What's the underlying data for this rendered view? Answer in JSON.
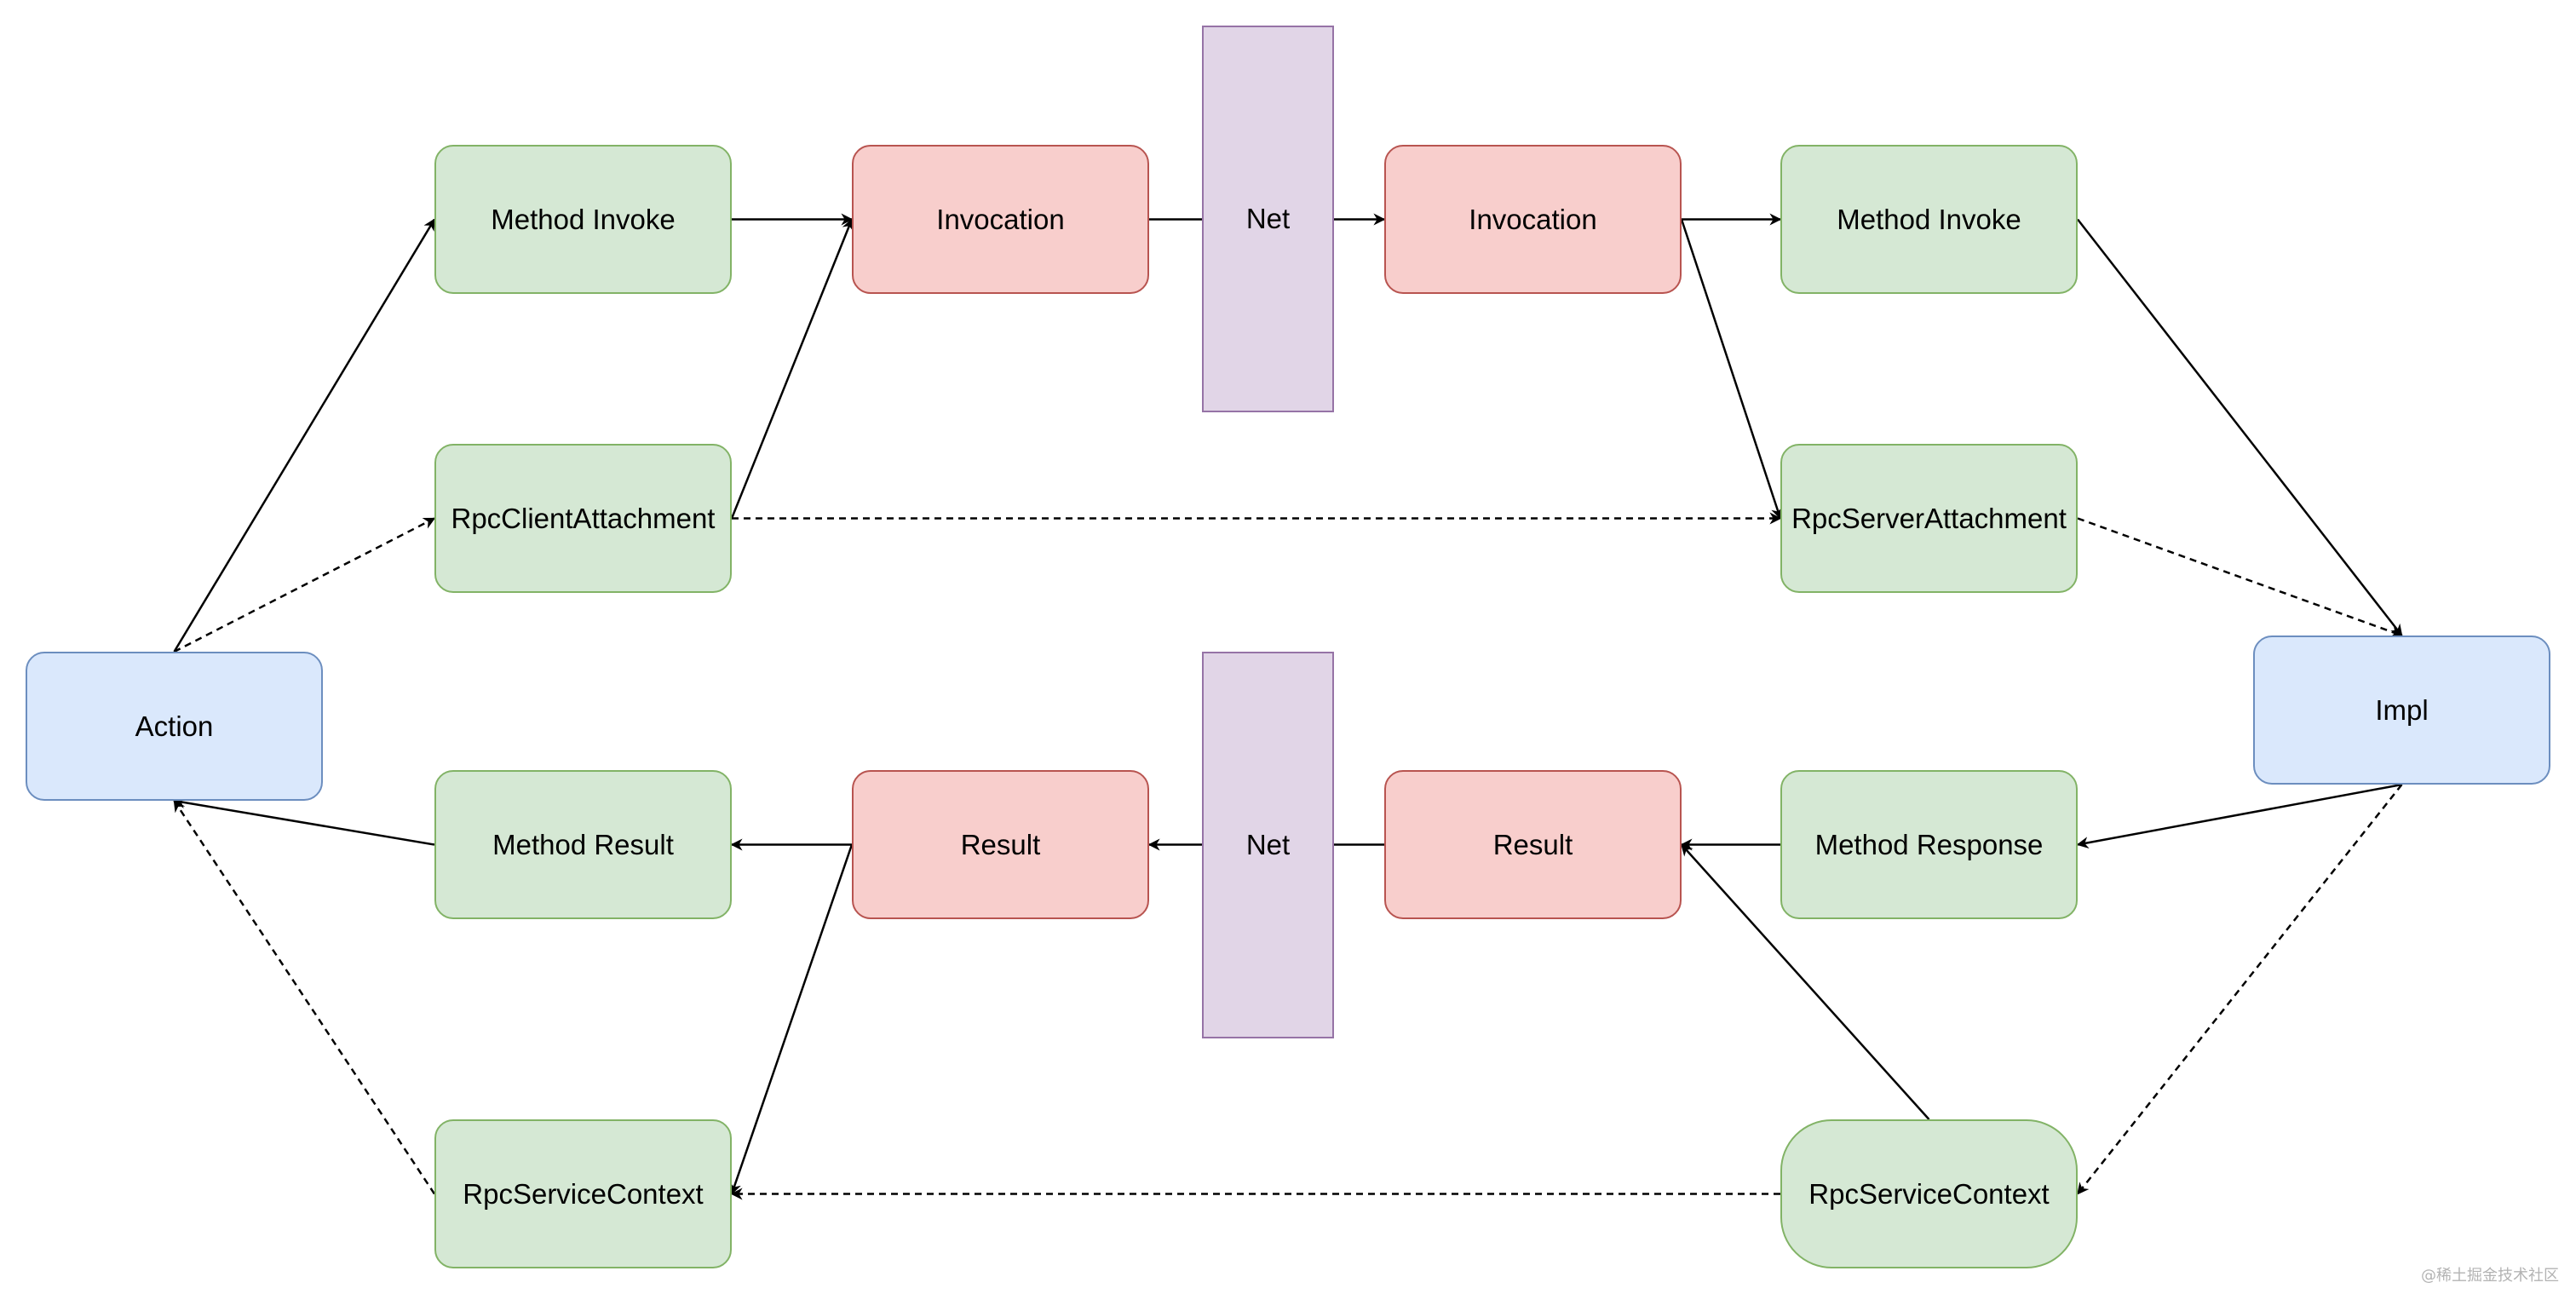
{
  "colors": {
    "green_fill": "#d5e8d4",
    "green_stroke": "#82b366",
    "red_fill": "#f8cecc",
    "red_stroke": "#b85450",
    "blue_fill": "#dae8fc",
    "blue_stroke": "#6c8ebf",
    "purple_fill": "#e1d5e7",
    "purple_stroke": "#9673a6",
    "edge": "#000000"
  },
  "nodes": {
    "action": "Action",
    "impl": "Impl",
    "method_invoke_client": "Method Invoke",
    "rpc_client_attachment": "RpcClientAttachment",
    "invocation_client": "Invocation",
    "net_top": "Net",
    "invocation_server": "Invocation",
    "method_invoke_server": "Method Invoke",
    "rpc_server_attachment": "RpcServerAttachment",
    "method_result": "Method Result",
    "result_client": "Result",
    "net_bottom": "Net",
    "result_server": "Result",
    "method_response": "Method Response",
    "rpc_service_context_client": "RpcServiceContext",
    "rpc_service_context_server": "RpcServiceContext"
  },
  "edges": [
    {
      "from": "action",
      "to": "method_invoke_client",
      "style": "solid"
    },
    {
      "from": "action",
      "to": "rpc_client_attachment",
      "style": "dashed"
    },
    {
      "from": "method_invoke_client",
      "to": "invocation_client",
      "style": "solid"
    },
    {
      "from": "rpc_client_attachment",
      "to": "invocation_client",
      "style": "solid"
    },
    {
      "from": "invocation_client",
      "to": "invocation_server",
      "style": "solid",
      "via": "net_top"
    },
    {
      "from": "invocation_server",
      "to": "method_invoke_server",
      "style": "solid"
    },
    {
      "from": "invocation_server",
      "to": "rpc_server_attachment",
      "style": "solid"
    },
    {
      "from": "rpc_client_attachment",
      "to": "rpc_server_attachment",
      "style": "dashed"
    },
    {
      "from": "method_invoke_server",
      "to": "impl",
      "style": "solid"
    },
    {
      "from": "rpc_server_attachment",
      "to": "impl",
      "style": "dashed"
    },
    {
      "from": "impl",
      "to": "method_response",
      "style": "solid"
    },
    {
      "from": "impl",
      "to": "rpc_service_context_server",
      "style": "dashed"
    },
    {
      "from": "method_response",
      "to": "result_server",
      "style": "solid"
    },
    {
      "from": "rpc_service_context_server",
      "to": "result_server",
      "style": "solid"
    },
    {
      "from": "result_server",
      "to": "result_client",
      "style": "solid",
      "via": "net_bottom"
    },
    {
      "from": "rpc_service_context_server",
      "to": "rpc_service_context_client",
      "style": "dashed"
    },
    {
      "from": "result_client",
      "to": "method_result",
      "style": "solid"
    },
    {
      "from": "result_client",
      "to": "rpc_service_context_client",
      "style": "solid"
    },
    {
      "from": "method_result",
      "to": "action",
      "style": "solid"
    },
    {
      "from": "rpc_service_context_client",
      "to": "action",
      "style": "dashed"
    }
  ],
  "watermark": "@稀土掘金技术社区"
}
